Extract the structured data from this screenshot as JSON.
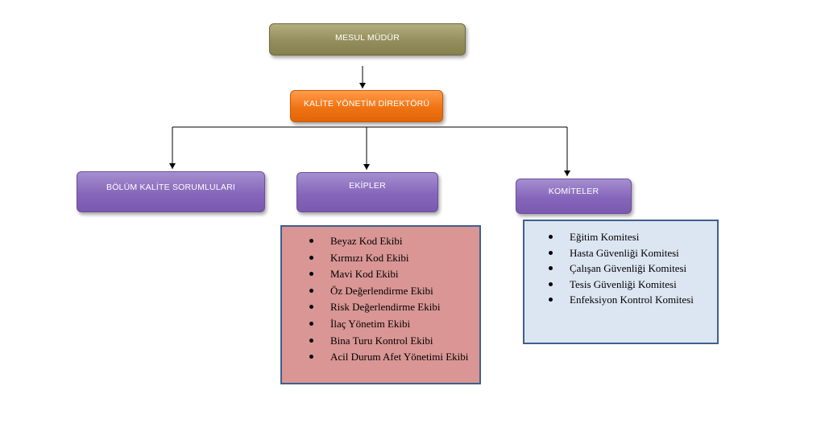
{
  "nodes": {
    "manager": "MESUL MÜDÜR",
    "director": "KALİTE YÖNETİM DİREKTÖRÜ",
    "dept_quality": "BÖLÜM KALİTE SORUMLULARI",
    "teams": "EKİPLER",
    "committees": "KOMİTELER"
  },
  "teams_list": [
    "Beyaz Kod Ekibi",
    "Kırmızı Kod Ekibi",
    "Mavi Kod Ekibi",
    "Öz Değerlendirme Ekibi",
    "Risk Değerlendirme Ekibi",
    "İlaç Yönetim Ekibi",
    "Bina Turu Kontrol Ekibi",
    "Acil Durum Afet Yönetimi Ekibi"
  ],
  "committees_list": [
    "Eğitim Komitesi",
    "Hasta Güvenliği Komitesi",
    "Çalışan Güvenliği Komitesi",
    "Tesis Güvenliği Komitesi",
    "Enfeksiyon Kontrol Komitesi"
  ],
  "colors": {
    "manager": "#948e5d",
    "director": "#f07313",
    "purple": "#8666bb",
    "teams_list_bg": "#d99694",
    "committees_list_bg": "#dce6f2",
    "list_border": "#3f5f8d"
  }
}
